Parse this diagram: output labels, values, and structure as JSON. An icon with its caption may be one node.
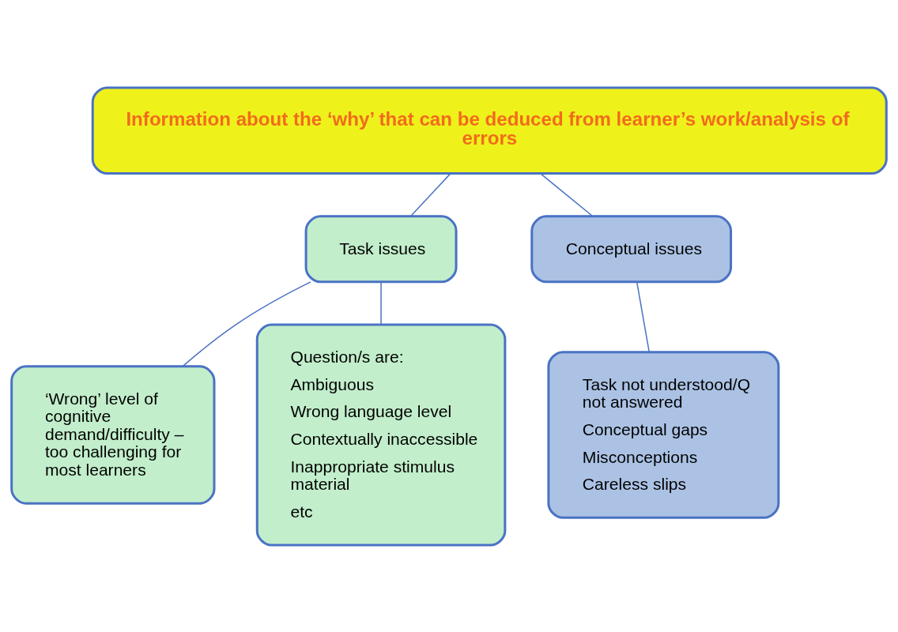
{
  "diagram": {
    "nodes": [
      {
        "text": [
          "Information about the ‘why’ that can be deduced from learner’s work/analysis of errors"
        ]
      },
      {
        "text": [
          "Task issues"
        ]
      },
      {
        "text": [
          "Conceptual issues"
        ]
      },
      {
        "text": [
          "‘Wrong’ level of cognitive demand/difficulty – too challenging for most learners"
        ]
      },
      {
        "text": [
          "Question/s are:",
          "Ambiguous",
          "Wrong language level",
          "Contextually inaccessible",
          "Inappropriate stimulus material",
          "etc"
        ]
      },
      {
        "text": [
          "Task not understood/Q not answered",
          "Conceptual gaps",
          "Misconceptions",
          "Careless slips"
        ]
      }
    ],
    "edges": [
      {
        "from": 0,
        "to": 1,
        "arrow": "none"
      },
      {
        "from": 0,
        "to": 2,
        "arrow": "none"
      },
      {
        "from": 1,
        "to": 3,
        "arrow": "none"
      },
      {
        "from": 1,
        "to": 4,
        "arrow": "none"
      },
      {
        "from": 2,
        "to": 5,
        "arrow": "none"
      }
    ]
  }
}
